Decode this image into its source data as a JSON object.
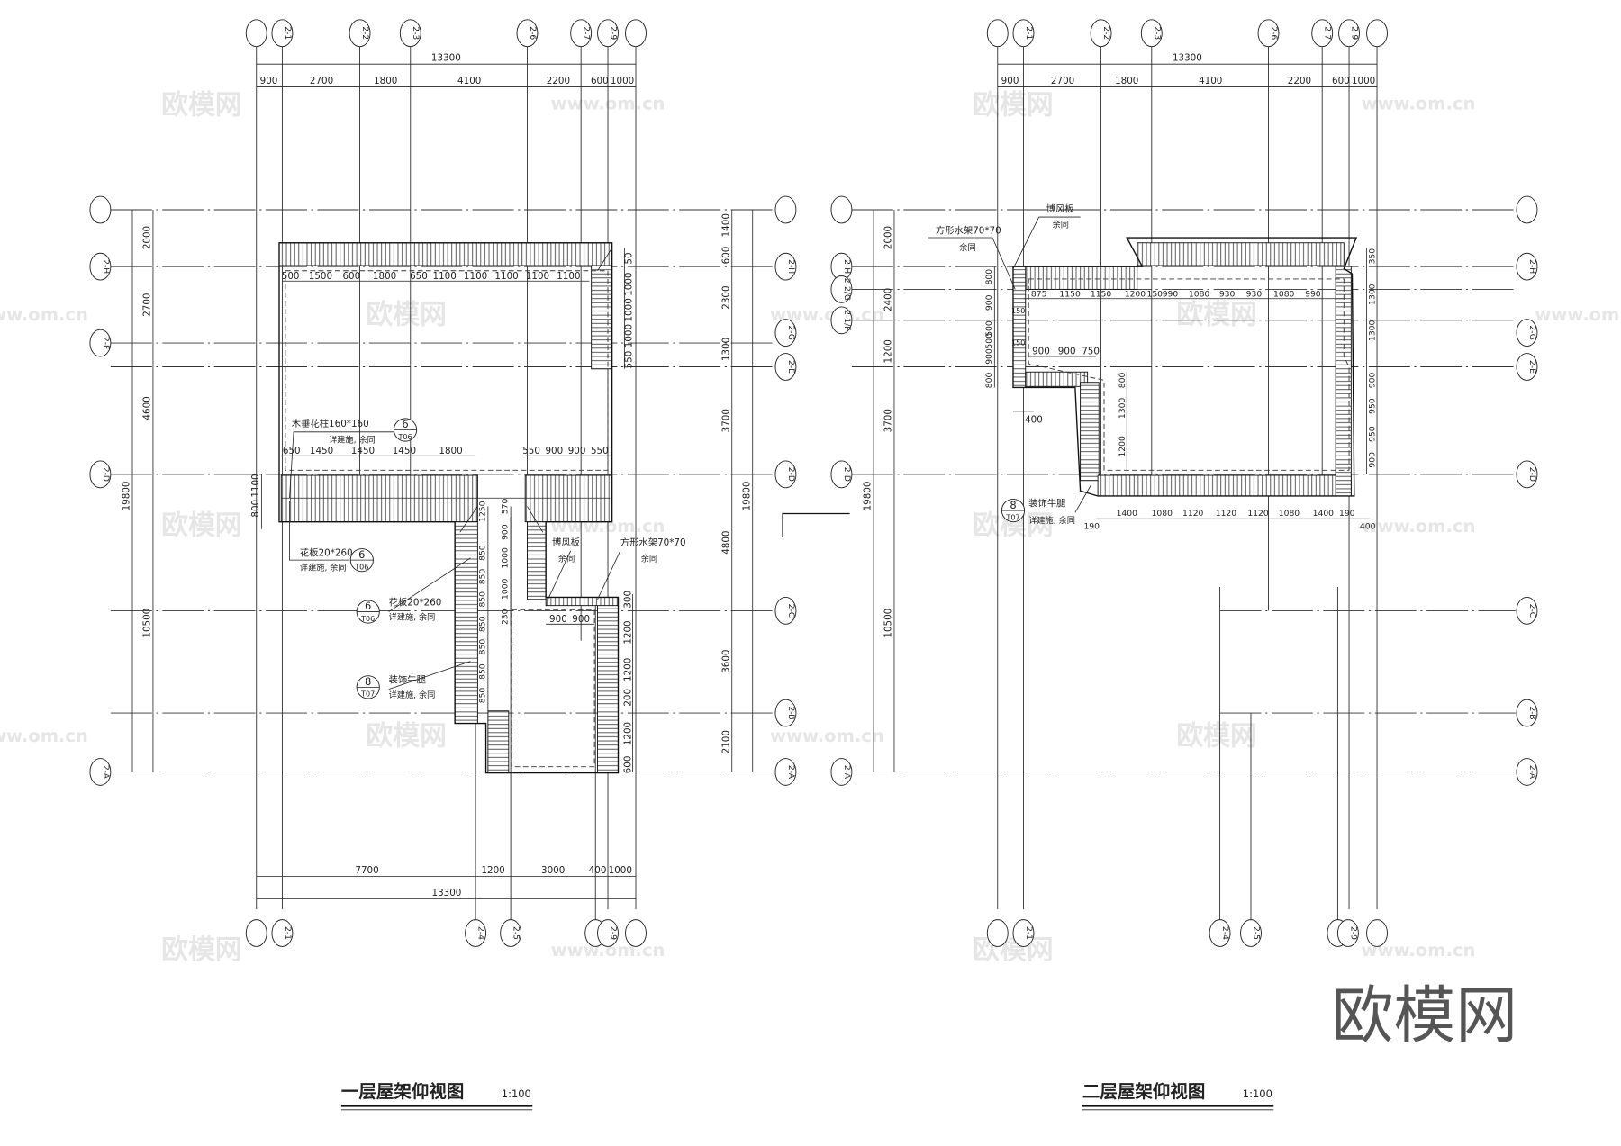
{
  "watermark": {
    "brand": "欧模网",
    "url": "www.om.cn"
  },
  "drawings": [
    {
      "title": "一层屋架仰视图",
      "scale": "1:100",
      "axes_top": [
        "",
        "2-1",
        "2-2",
        "2-3",
        "2-6",
        "2-7",
        "2-9",
        ""
      ],
      "axes_bottom": [
        "",
        "2-1",
        "2-4",
        "2-5",
        "2-8",
        "2-9",
        ""
      ],
      "axes_left": [
        "",
        "2-H",
        "2-F",
        "2-D",
        "2-A"
      ],
      "axes_right": [
        "",
        "2-H",
        "2-G",
        "2-E",
        "2-D",
        "2-C",
        "2-B",
        "2-A"
      ],
      "dims_top_total": "13300",
      "dims_top": [
        "900",
        "2700",
        "1800",
        "4100",
        "2200",
        "600",
        "1000"
      ],
      "dims_bottom": [
        "7700",
        "1200",
        "3000",
        "400",
        "1000"
      ],
      "dims_bottom_total": "13300",
      "dims_left": [
        "2000",
        "2700",
        "4600",
        "10500"
      ],
      "dims_left_total": "19800",
      "dims_right": [
        "1400",
        "600",
        "2300",
        "1300",
        "3700",
        "4800",
        "3600",
        "2100"
      ],
      "dims_right_total": "19800",
      "inner_dims": {
        "top_row": [
          "500",
          "1500",
          "600",
          "1800",
          "650",
          "1100",
          "1100",
          "1100",
          "1100",
          "1100"
        ],
        "right_col": [
          "50",
          "1000",
          "1000",
          "1000",
          "550"
        ],
        "mid_row_left": [
          "650",
          "1450",
          "1450",
          "1450",
          "1800"
        ],
        "mid_row_right": [
          "550",
          "900",
          "900",
          "550"
        ],
        "left_col": [
          "1100",
          "800"
        ],
        "wing_col_a": [
          "1250",
          "850",
          "850",
          "850",
          "850",
          "850",
          "850",
          "850"
        ],
        "wing_col_b": [
          "570",
          "900",
          "1000",
          "1000",
          "230"
        ],
        "lower_row": [
          "900",
          "900"
        ],
        "lower_right_col": [
          "300",
          "1200",
          "1200",
          "200",
          "1200",
          "600"
        ]
      },
      "annotations": [
        {
          "text": "木垂花柱160*160",
          "note": "详建施, 余同",
          "ref_num": "6",
          "ref_sheet": "T06"
        },
        {
          "text": "花板20*260",
          "note": "详建施, 余同",
          "ref_num": "6",
          "ref_sheet": "T06"
        },
        {
          "text": "花板20*260",
          "note": "详建施, 余同",
          "ref_num": "6",
          "ref_sheet": "T06"
        },
        {
          "text": "装饰牛腿",
          "note": "详建施, 余同",
          "ref_num": "8",
          "ref_sheet": "T07"
        },
        {
          "text": "博风板",
          "note": "余同"
        },
        {
          "text": "方形水架70*70",
          "note": "余同"
        }
      ]
    },
    {
      "title": "二层屋架仰视图",
      "scale": "1:100",
      "axes_top": [
        "",
        "2-1",
        "2-2",
        "2-3",
        "2-6",
        "2-7",
        "2-9",
        ""
      ],
      "axes_bottom": [
        "",
        "2-1",
        "2-4",
        "2-5",
        "2-8",
        "2-9",
        ""
      ],
      "axes_left": [
        "",
        "2-H",
        "2-2/G",
        "2-1/F",
        "2-D",
        "2-A"
      ],
      "axes_right": [
        "",
        "2-H",
        "2-G",
        "2-E",
        "2-D",
        "2-C",
        "2-B",
        "2-A"
      ],
      "dims_top_total": "13300",
      "dims_top": [
        "900",
        "2700",
        "1800",
        "4100",
        "2200",
        "600",
        "1000"
      ],
      "dims_left": [
        "2000",
        "2400",
        "1200",
        "3700",
        "10500"
      ],
      "dims_left_total": "19800",
      "inner_dims": {
        "top_row": [
          "875",
          "1150",
          "1150",
          "1200",
          "150",
          "990",
          "1080",
          "930",
          "930",
          "1080",
          "990"
        ],
        "small_left_col": [
          "800",
          "900",
          "500",
          "500",
          "900",
          "800"
        ],
        "small_labels": [
          "150",
          "150"
        ],
        "mid_row": [
          "900",
          "900",
          "750"
        ],
        "offset": "400",
        "wing_col": [
          "800",
          "1300",
          "1200"
        ],
        "right_col": [
          "350",
          "1300",
          "1300",
          "900",
          "950",
          "950",
          "900"
        ],
        "bottom_row": [
          "190",
          "1400",
          "1080",
          "1120",
          "1120",
          "1120",
          "1080",
          "1400",
          "190",
          "400"
        ]
      },
      "annotations": [
        {
          "text": "方形水架70*70",
          "note": "余同"
        },
        {
          "text": "博风板",
          "note": "余同"
        },
        {
          "text": "装饰牛腿",
          "note": "详建施, 余同",
          "ref_num": "8",
          "ref_sheet": "T07"
        }
      ]
    }
  ]
}
